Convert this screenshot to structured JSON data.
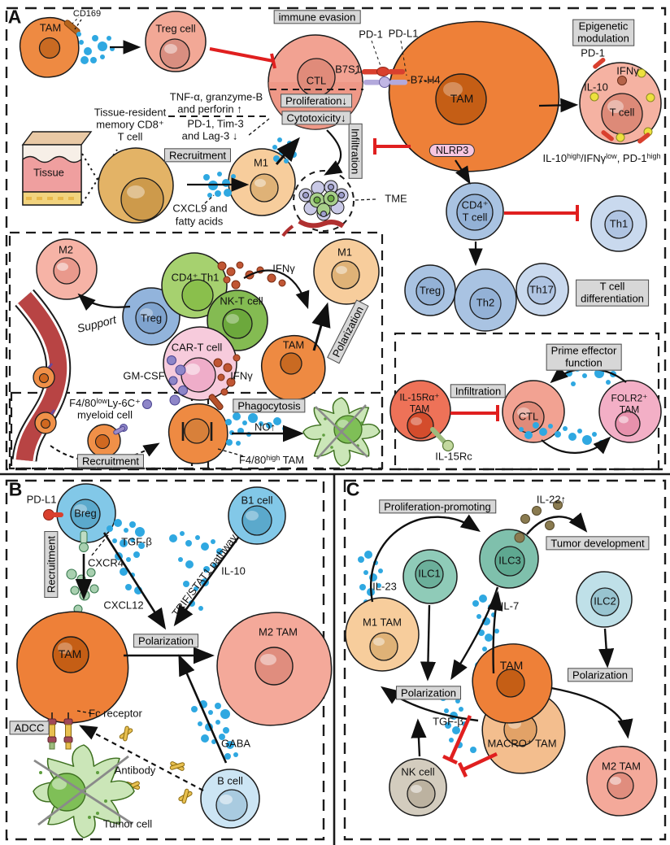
{
  "a": {
    "panel": "A",
    "cd169": "CD169",
    "tam1": "TAM",
    "treg_cell": "Treg cell",
    "immune_evasion": "immune evasion",
    "ctl": "CTL",
    "b7s1": "B7S1",
    "pd1": "PD-1",
    "pdl1": "PD-L1",
    "b7h4": "-B7-H4",
    "proliferation": "Proliferation↓",
    "cytotoxicity": "Cytotoxicity↓",
    "tnf": "TNF-α, granzyme-B",
    "perforin": "and perforin ↑",
    "pd1tim3": "PD-1, Tim-3",
    "lag3": "and Lag-3 ↓",
    "tissue_resident_1": "Tissue-resident",
    "tissue_resident_2": "memory CD8⁺",
    "tissue_resident_3": "T cell",
    "tissue": "Tissue",
    "recruitment": "Recruitment",
    "m1": "M1",
    "cxcl9_1": "CXCL9 and",
    "cxcl9_2": "fatty acids",
    "infiltration": "Infiltration",
    "tme": "TME",
    "tam_big": "TAM",
    "nlrp3": "NLRP3",
    "epigenetic_1": "Epigenetic",
    "epigenetic_2": "modulation",
    "t_cell": "T cell",
    "ifng": "IFNγ",
    "il10": "IL-10",
    "pd1_r": "PD-1",
    "phen": [
      "IL-10",
      "high",
      "/IFNγ",
      "low",
      ", PD-1",
      "high"
    ],
    "cd4_1": "CD4⁺",
    "cd4_2": "T cell",
    "th1": "Th1",
    "treg2": "Treg",
    "th2": "Th2",
    "th17": "Th17",
    "tdiff_1": "T cell",
    "tdiff_2": "differentiation",
    "m2": "M2",
    "support": "Support",
    "treg3": "Treg",
    "cd4th1": "CD4⁺ Th1",
    "nkt": "NK-T cell",
    "ifng2": "IFNγ",
    "m1b": "M1",
    "polarization": "Polarization",
    "cart": "CAR-T cell",
    "gmcsf": "GM-CSF",
    "ifng3": "IFNγ",
    "tam2": "TAM",
    "f480low": [
      "F4/80",
      "low",
      "Ly-6C⁺"
    ],
    "myeloid": "myeloid cell",
    "recruitment2": "Recruitment",
    "phagocytosis": "Phagocytosis",
    "no": "NO↑",
    "f480high": [
      "F4/80",
      "high",
      " TAM"
    ],
    "prime_1": "Prime effector",
    "prime_2": "function",
    "il15ra_1": "IL-15Rα⁺",
    "il15ra_2": "TAM",
    "il15rc": "IL-15Rc",
    "infiltration2": "Infiltration",
    "ctl2": "CTL",
    "folr2_1": "FOLR2⁺",
    "folr2_2": "TAM"
  },
  "b": {
    "panel": "B",
    "pdl1": "PD-L1",
    "breg": "Breg",
    "recruitment": "Recruitment",
    "cxcr4": "CXCR4",
    "cxcl12": "CXCL12",
    "tgfb": "TGF-β",
    "b1": "B1 cell",
    "trif": "TRIF/STAT1 pathway",
    "il10": "IL-10",
    "polarization": "Polarization",
    "tam": "TAM",
    "m2tam": "M2 TAM",
    "adcc": "ADCC",
    "fc": "Fc receptor",
    "antibody": "Antibody",
    "gaba": "GABA",
    "bcell": "B cell",
    "tumor": "Tumor cell"
  },
  "c": {
    "panel": "C",
    "prolif": "Proliferation-promoting",
    "il22": "IL-22↑",
    "tumor_dev": "Tumor development",
    "ilc3": "ILC3",
    "ilc1": "ILC1",
    "ilc2": "ILC2",
    "il23": "IL-23",
    "m1tam": "M1 TAM",
    "il7": "IL-7",
    "tam": "TAM",
    "polarization1": "Polarization",
    "polarization2": "Polarization",
    "macro": "MACRO⁺ TAM",
    "tgfb": "TGF-β",
    "nk": "NK cell",
    "m2tam": "M2 TAM"
  }
}
